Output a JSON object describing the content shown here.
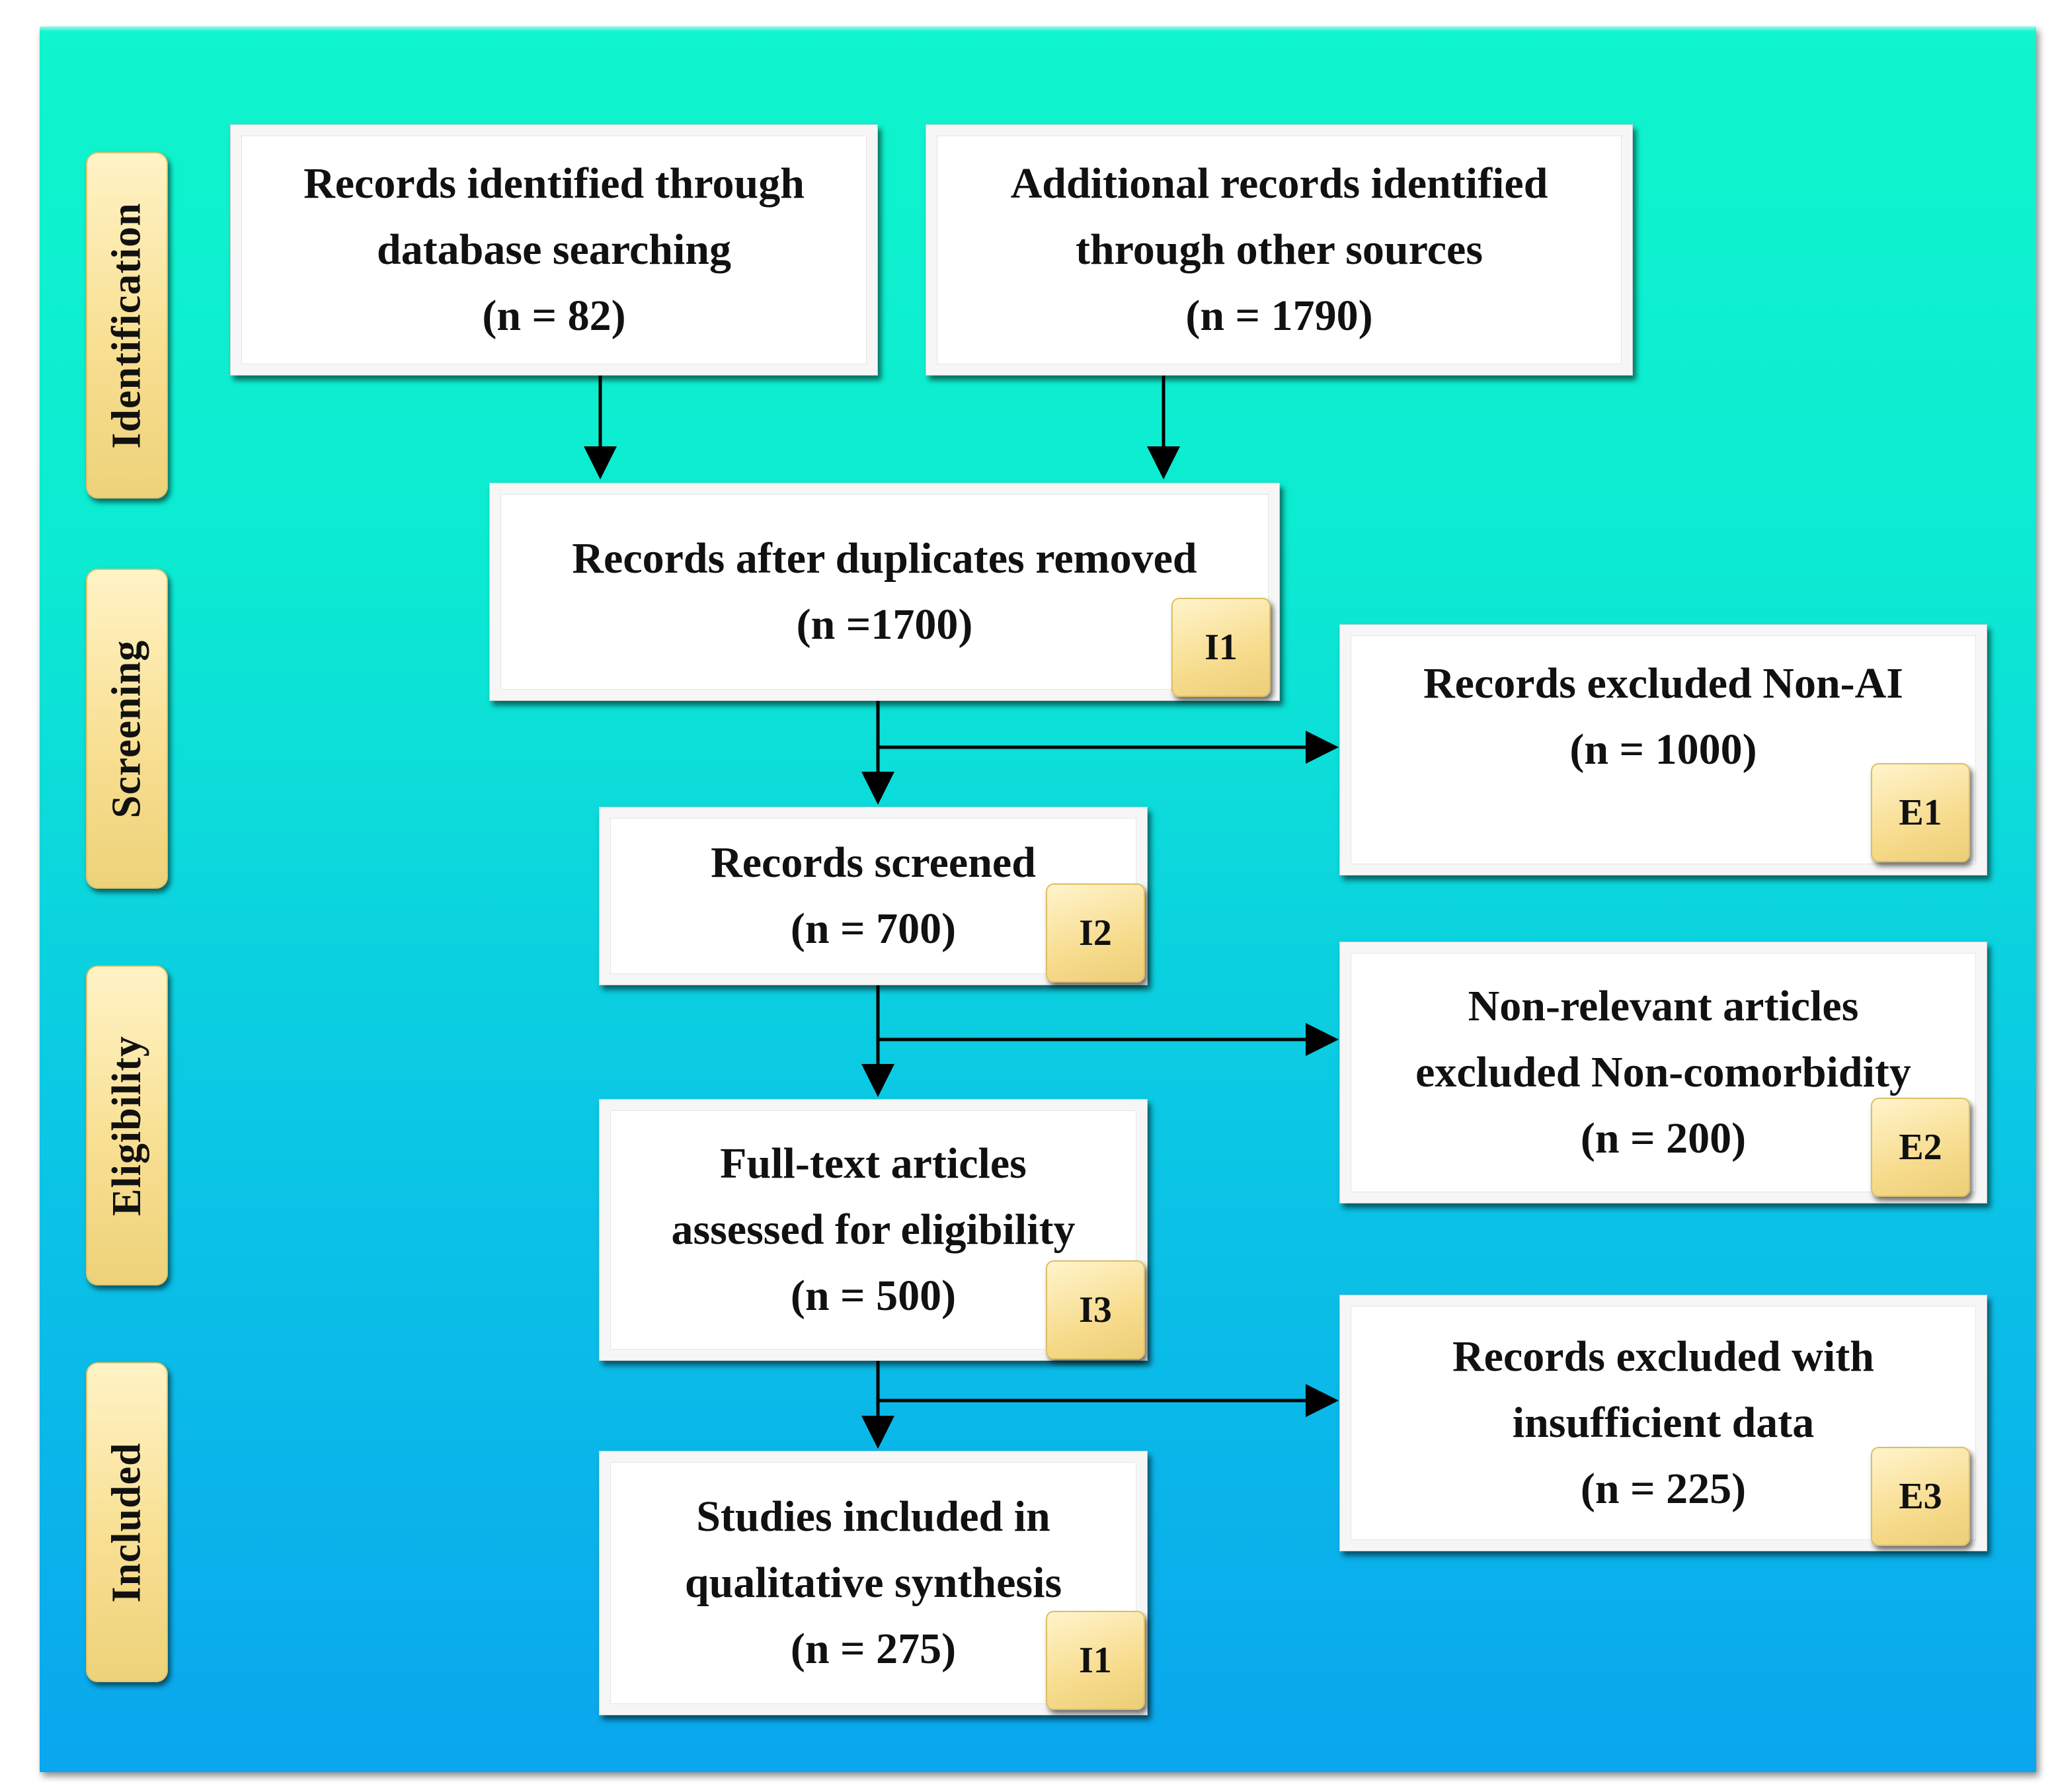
{
  "stages": [
    "Identification",
    "Screening",
    "Eligibility",
    "Included"
  ],
  "boxes": {
    "database": {
      "lines": [
        "Records identified through",
        "database searching",
        "(n = 82)"
      ]
    },
    "other_sources": {
      "lines": [
        "Additional records identified",
        "through other sources",
        "(n = 1790)"
      ]
    },
    "duplicates_removed": {
      "lines": [
        "Records after duplicates removed",
        "(n =1700)"
      ],
      "tag": "I1"
    },
    "screened": {
      "lines": [
        "Records screened",
        "(n = 700)"
      ],
      "tag": "I2"
    },
    "full_text": {
      "lines": [
        "Full-text articles",
        "assessed for eligibility",
        "(n = 500)"
      ],
      "tag": "I3"
    },
    "included": {
      "lines": [
        "Studies included in",
        "qualitative synthesis",
        "(n = 275)"
      ],
      "tag": "I1"
    },
    "excluded_non_ai": {
      "lines": [
        "Records excluded Non-AI",
        "(n = 1000)"
      ],
      "tag": "E1"
    },
    "excluded_non_comorbidity": {
      "lines": [
        "Non-relevant articles",
        "excluded Non-comorbidity",
        "(n = 200)"
      ],
      "tag": "E2"
    },
    "excluded_insufficient": {
      "lines": [
        "Records excluded with",
        "insufficient data",
        "(n = 225)"
      ],
      "tag": "E3"
    }
  }
}
